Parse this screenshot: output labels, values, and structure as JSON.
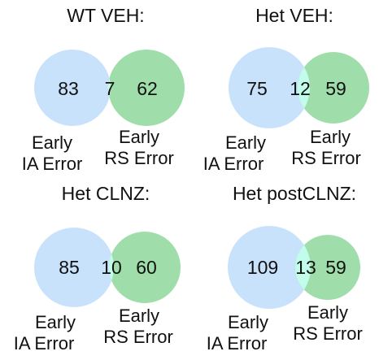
{
  "colors": {
    "ia_circle": "#c9e2fb",
    "rs_circle": "#9fdeaa",
    "overlap": "#c2fcea",
    "text": "#111111"
  },
  "labels": {
    "ia_line1": "Early",
    "ia_line2": "IA Error",
    "rs_line1": "Early",
    "rs_line2": "RS Error"
  },
  "panels": [
    {
      "title": "WT VEH:",
      "ia_only": "83",
      "overlap": "7",
      "rs_only": "62"
    },
    {
      "title": "Het VEH:",
      "ia_only": "75",
      "overlap": "12",
      "rs_only": "59"
    },
    {
      "title": "Het CLNZ:",
      "ia_only": "85",
      "overlap": "10",
      "rs_only": "60"
    },
    {
      "title": "Het postCLNZ:",
      "ia_only": "109",
      "overlap": "13",
      "rs_only": "59"
    }
  ]
}
